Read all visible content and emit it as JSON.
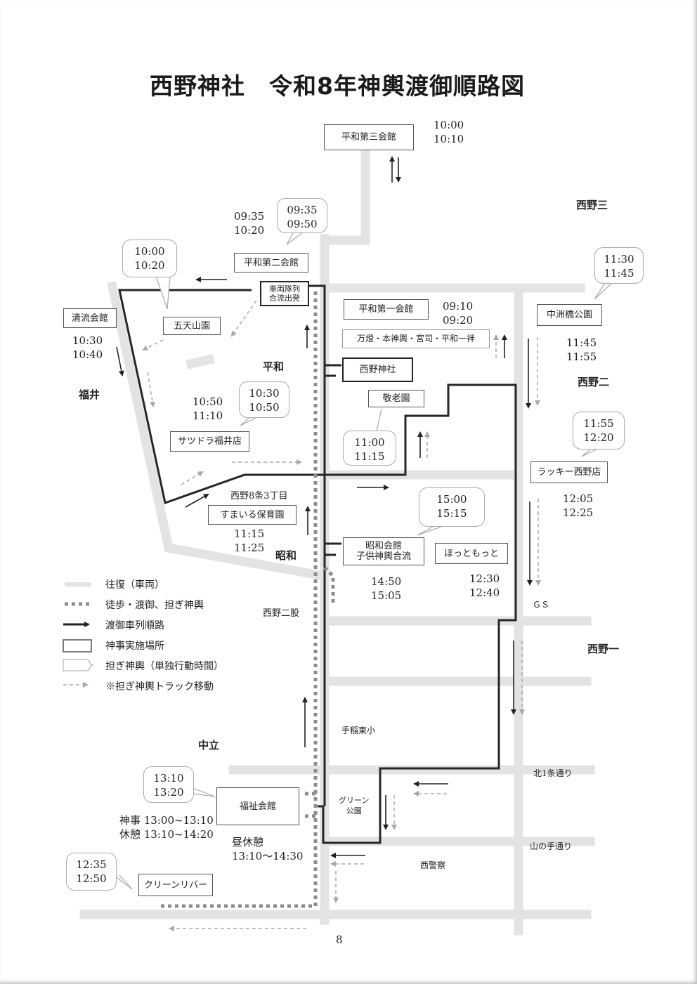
{
  "title": "西野神社　令和8年神輿渡御順路図",
  "page_number": "8",
  "areas": {
    "nishino3": "西野三",
    "nishino2": "西野二",
    "nishino1": "西野一",
    "fukui": "福井",
    "heiwa": "平和",
    "showa": "昭和",
    "nakadachi": "中立"
  },
  "places": {
    "heiwa3": "平和第三会館",
    "heiwa2": "平和第二会館",
    "sharyo_line1": "車両隊列",
    "sharyo_line2": "合流出発",
    "heiwa1": "平和第一会館",
    "mandoro": "万燈・本神輿・宮司・平和一袢",
    "nishino_jinja": "西野神社",
    "keirouen": "敬老園",
    "gotenzan": "五天山園",
    "seiryu": "清流会館",
    "satsudora": "サツドラ福井店",
    "smile": "すまいる保育園",
    "showa_line1": "昭和会館",
    "showa_line2": "子供神輿合流",
    "hottomotto": "ほっともっと",
    "nakasu": "中洲橋公園",
    "lucky": "ラッキー西野店",
    "fukushi": "福祉会館",
    "green_river": "クリーンリバー"
  },
  "labels": {
    "nishino8jo": "西野8条3丁目",
    "nishino_futamata": "西野二股",
    "teine_higashi": "手稲東小",
    "green_park_line1": "グリーン",
    "green_park_line2": "公園",
    "kita1jo": "北1条通り",
    "yamanote": "山の手通り",
    "nishi_police": "西警察",
    "gs": "ＧＳ",
    "shinji": "神事 13:00~13:10",
    "kyukei": "休憩 13:10~14:20",
    "hiru_line1": "昼休憩",
    "hiru_line2": "13:10～14:30"
  },
  "times": {
    "heiwa3": [
      "10:00",
      "10:10"
    ],
    "heiwa2_plain": [
      "09:35",
      "10:20"
    ],
    "heiwa2_bubble": [
      "09:35",
      "09:50"
    ],
    "gotenzan_bubble": [
      "10:00",
      "10:20"
    ],
    "seiryu": [
      "10:30",
      "10:40"
    ],
    "heiwa1": [
      "09:10",
      "09:20"
    ],
    "satsudora_plain": [
      "10:50",
      "11:10"
    ],
    "satsudora_bubble": [
      "10:30",
      "10:50"
    ],
    "keirouen_bubble": [
      "11:00",
      "11:15"
    ],
    "nakasu_bubble": [
      "11:30",
      "11:45"
    ],
    "nakasu_plain": [
      "11:45",
      "11:55"
    ],
    "lucky_bubble": [
      "11:55",
      "12:20"
    ],
    "lucky_plain": [
      "12:05",
      "12:25"
    ],
    "smile": [
      "11:15",
      "11:25"
    ],
    "showa_bubble": [
      "15:00",
      "15:15"
    ],
    "showa_plain": [
      "14:50",
      "15:05"
    ],
    "hottomotto": [
      "12:30",
      "12:40"
    ],
    "fukushi_bubble": [
      "13:10",
      "13:20"
    ],
    "green_river_bubble": [
      "12:35",
      "12:50"
    ]
  },
  "legend": [
    {
      "key": "roundtrip",
      "label": "往復（車両）"
    },
    {
      "key": "walk",
      "label": "徒歩・渡御、担ぎ神輿"
    },
    {
      "key": "route",
      "label": "渡御車列順路"
    },
    {
      "key": "ritual",
      "label": "神事実施場所"
    },
    {
      "key": "carry",
      "label": "担ぎ神輿（単独行動時間）"
    },
    {
      "key": "truck",
      "label": "※担ぎ神輿トラック移動"
    }
  ],
  "colors": {
    "road": "#e3e3e3",
    "route": "#262626",
    "walk": "#8c8c8c",
    "truck": "#a8a8a8",
    "box_border": "#555555",
    "bubble_border": "#aaaaaa"
  }
}
